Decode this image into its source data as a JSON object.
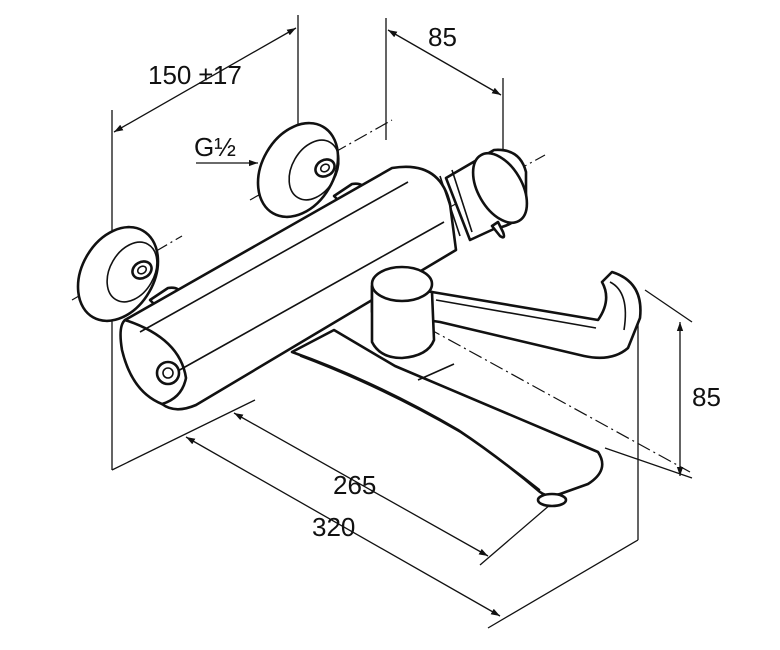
{
  "dimensions": {
    "wall_spacing": "150 ±17",
    "top_right": "85",
    "thread": "G½",
    "height": "85",
    "spout_265": "265",
    "spout_320": "320"
  }
}
